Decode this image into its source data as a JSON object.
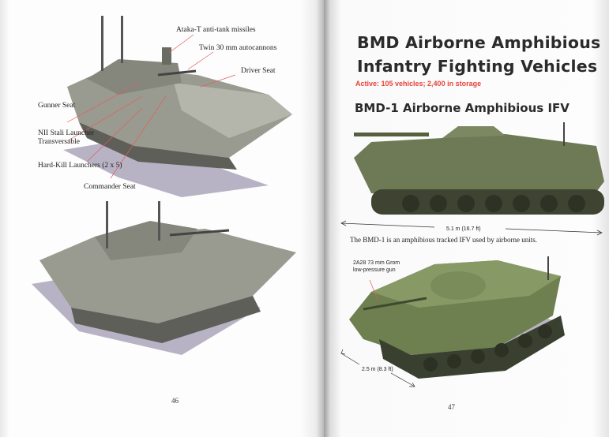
{
  "left_page": {
    "page_number": "46",
    "callouts": {
      "ataka": "Ataka-T anti-tank missiles",
      "autocannons": "Twin 30 mm autocannons",
      "driver": "Driver Seat",
      "gunner": "Gunner Seat",
      "nii_line1": "NII Stali Launcher",
      "nii_line2": "Transversable",
      "hardkill": "Hard-Kill Launchers (2 x 5)",
      "commander": "Commander Seat"
    }
  },
  "right_page": {
    "page_number": "47",
    "title_line1": "BMD Airborne Amphibious",
    "title_line2": "Infantry Fighting Vehicles",
    "subtitle": "Active: 105 vehicles; 2,400 in storage",
    "section_heading": "BMD-1 Airborne Amphibious IFV",
    "length_dimension": "5.1 m (16.7 ft)",
    "caption": "The BMD-1 is an amphibious tracked IFV used by airborne units.",
    "gun_callout_line1": "2A28 73 mm Grom",
    "gun_callout_line2": "low-pressure gun",
    "width_dimension": "2.5 m (8.3 ft)"
  },
  "colors": {
    "accent_red": "#e8413a",
    "vehicle_gray": "#8a8d80",
    "vehicle_green": "#5f7048"
  }
}
